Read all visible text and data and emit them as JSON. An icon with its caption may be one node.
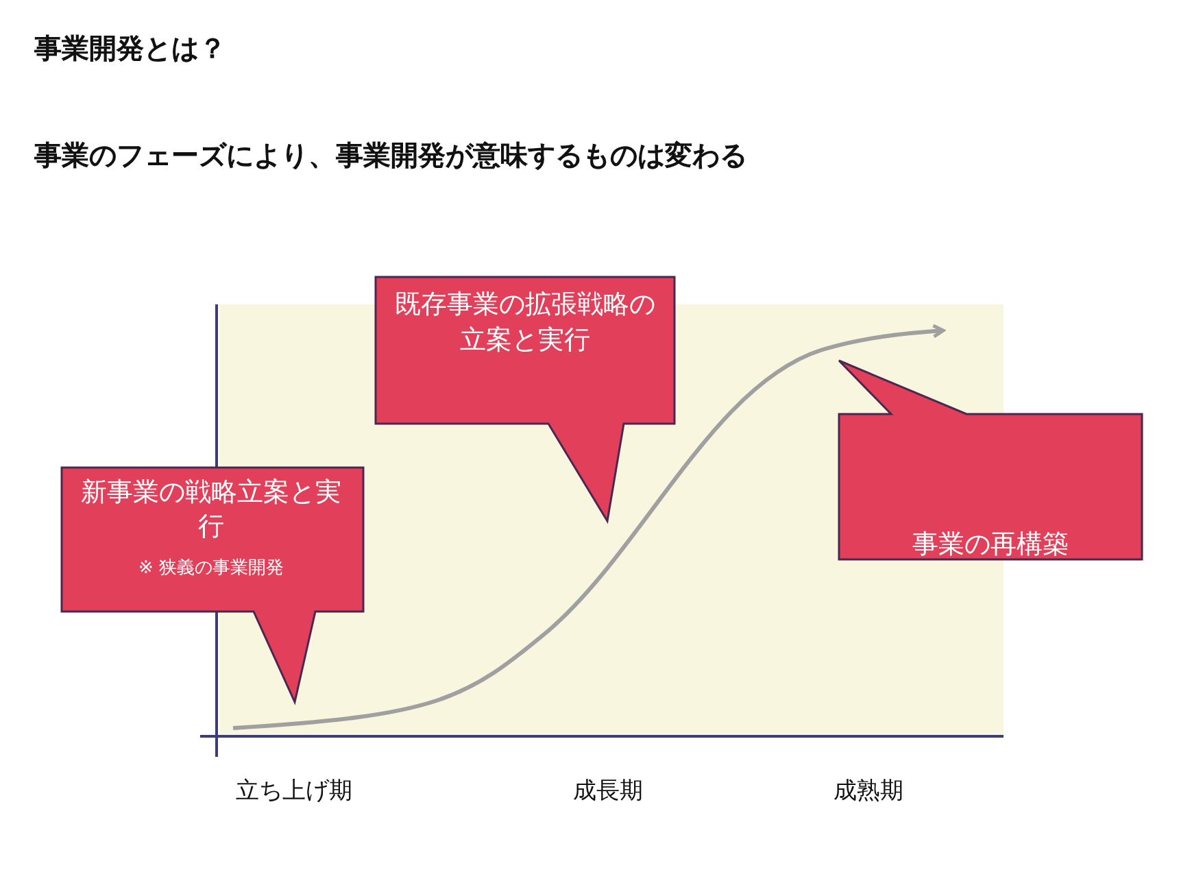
{
  "diagram": {
    "title": "事業開発とは？",
    "nodes": [
      {
        "text": [
          "新事業の戦略立案と実行",
          "※ 狭義の事業開発"
        ]
      },
      {
        "text": [
          "既存事業の拡張戦略の立案と実行"
        ]
      },
      {
        "text": [
          "事業の再構築"
        ]
      }
    ],
    "edges": [],
    "labels": [
      "事業のフェーズにより、事業開発が意味するものは変わる",
      "立ち上げ期",
      "成長期",
      "成熟期"
    ]
  }
}
